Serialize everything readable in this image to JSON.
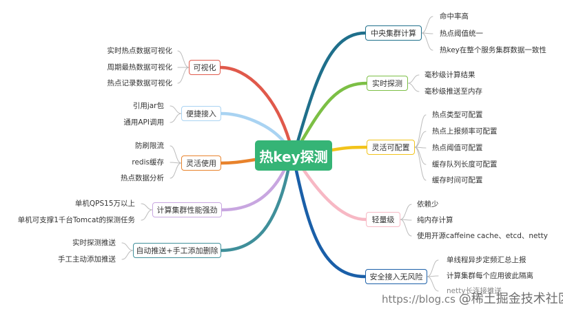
{
  "center": "热key探测",
  "branches": {
    "central": {
      "label": "中央集群计算",
      "color": "#1f6f8b",
      "leaves": [
        "命中率高",
        "热点阈值统一",
        "热key在整个服务集群数据一致性"
      ]
    },
    "realtime": {
      "label": "实时探测",
      "color": "#7cbf45",
      "leaves": [
        "毫秒级计算结果",
        "毫秒级推送至内存"
      ]
    },
    "flexconfig": {
      "label": "灵活可配置",
      "color": "#f2c31a",
      "leaves": [
        "热点类型可配置",
        "热点上报频率可配置",
        "热点阈值可配置",
        "缓存队列长度可配置",
        "缓存时间可配置"
      ]
    },
    "light": {
      "label": "轻量级",
      "color": "#f7b8c4",
      "leaves": [
        "依赖少",
        "纯内存计算",
        "使用开源caffeine cache、etcd、netty"
      ]
    },
    "safe": {
      "label": "安全接入无风险",
      "color": "#1a5fa8",
      "leaves": [
        "单线程异步定频汇总上报",
        "计算集群每个应用彼此隔离",
        "netty长连接推送"
      ]
    },
    "visual": {
      "label": "可视化",
      "color": "#e0594b",
      "leaves": [
        "实时热点数据可视化",
        "周期最热数据可视化",
        "热点记录数据可视化"
      ]
    },
    "access": {
      "label": "便捷接入",
      "color": "#a9d3f2",
      "leaves": [
        "引用jar包",
        "通用API调用"
      ]
    },
    "flexuse": {
      "label": "灵活使用",
      "color": "#e8822b",
      "leaves": [
        "防刷限流",
        "redis缓存",
        "热点数据分析"
      ]
    },
    "perf": {
      "label": "计算集群性能强劲",
      "color": "#c8a6e0",
      "leaves": [
        "单机QPS15万以上",
        "单机可支撑1千台Tomcat的探测任务"
      ]
    },
    "push": {
      "label": "自动推送+手工添加删除",
      "color": "#3f8f9a",
      "leaves": [
        "实时探测推送",
        "手工主动添加推送"
      ]
    }
  },
  "watermark": {
    "url": "https://blog.cs",
    "brand": "@稀土掘金技术社区"
  }
}
